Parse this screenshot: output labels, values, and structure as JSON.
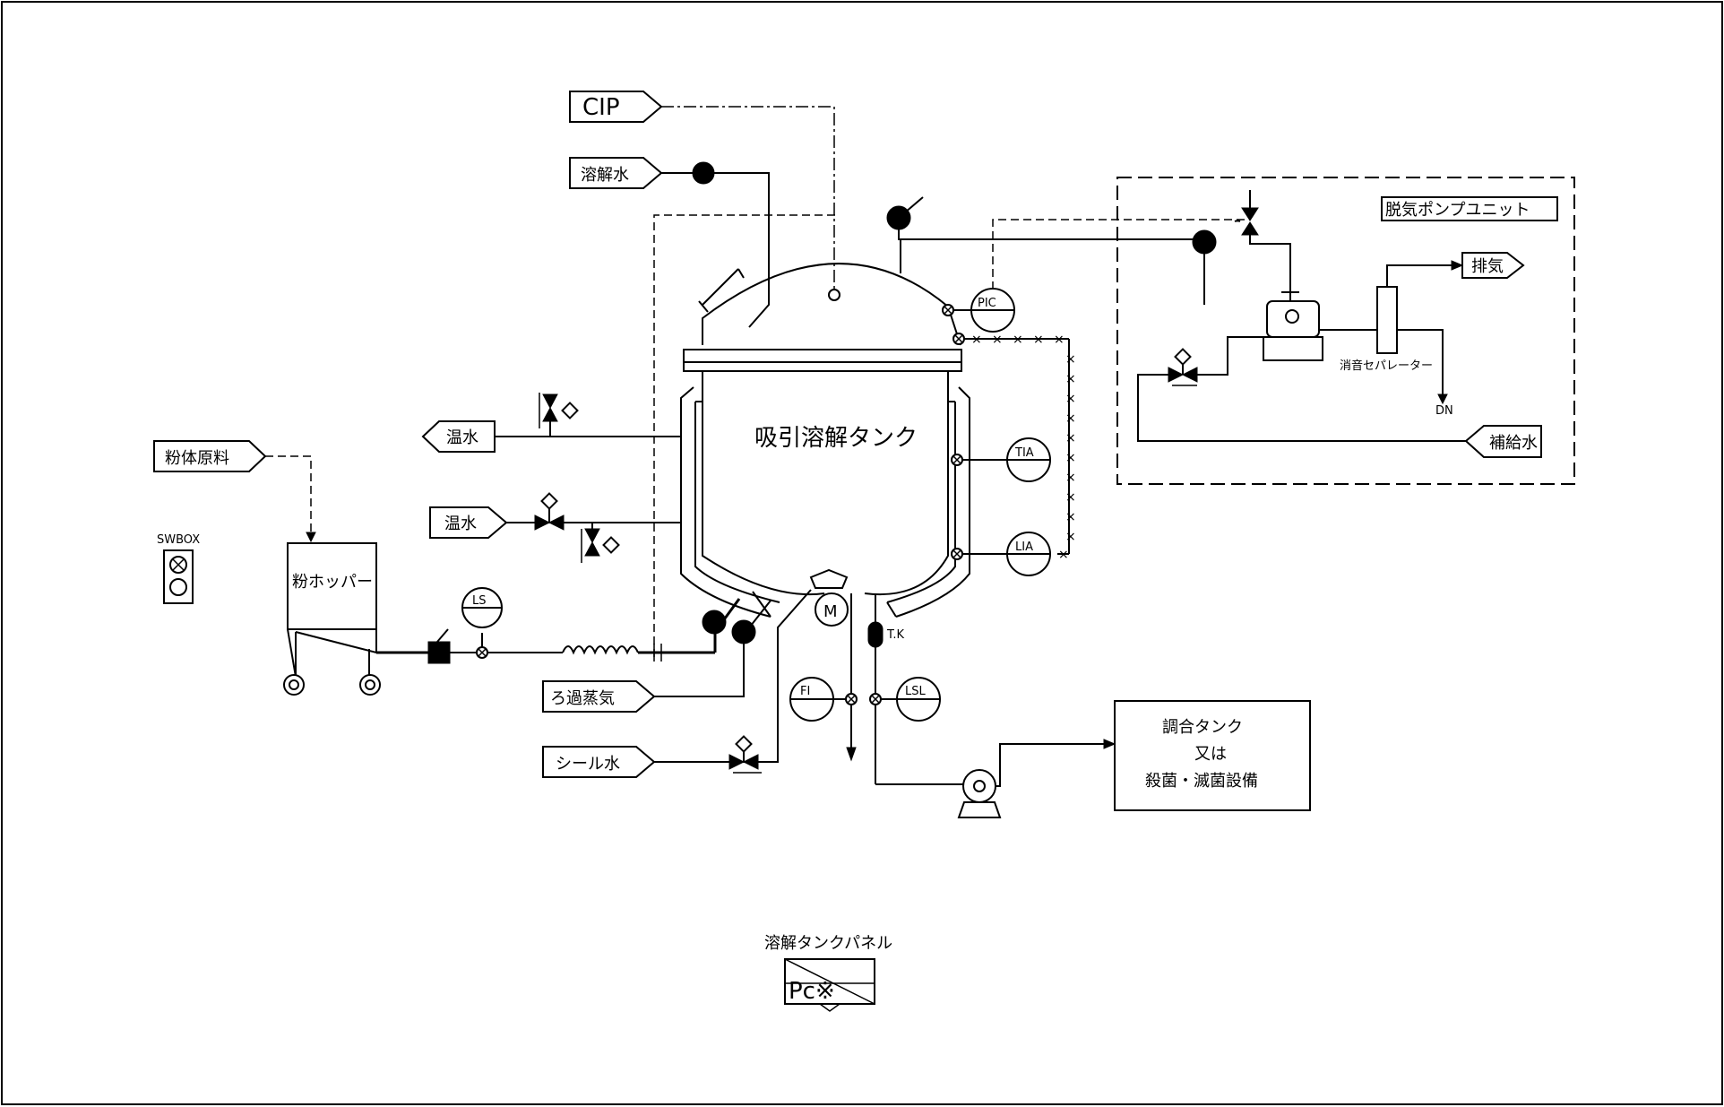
{
  "tags": {
    "cip": "CIP",
    "dissolving_water": "溶解水",
    "hot_water_1": "温水",
    "hot_water_2": "温水",
    "powder_material": "粉体原料",
    "filtered_steam": "ろ過蒸気",
    "seal_water": "シール水",
    "exhaust": "排気",
    "makeup_water": "補給水"
  },
  "equipment": {
    "tank_label": "吸引溶解タンク",
    "hopper_label": "粉ホッパー",
    "swbox_label": "SWBOX",
    "pump_unit_label": "脱気ポンプユニット",
    "separator_label": "消音セパレーター",
    "drain_label": "DN",
    "motor_label": "M",
    "tk_label": "T.K",
    "panel_title": "溶解タンクパネル",
    "panel_code": "Pc※"
  },
  "destination": {
    "line1": "調合タンク",
    "line2": "又は",
    "line3": "殺菌・滅菌設備"
  },
  "instruments": {
    "pic": "PIC",
    "tia": "TIA",
    "lia": "LIA",
    "ls": "LS",
    "fi": "FI",
    "lsl": "LSL"
  },
  "icons": [
    "ball-valve-icon",
    "diaphragm-valve-icon",
    "pump-icon",
    "motor-icon",
    "vacuum-pump-icon"
  ]
}
